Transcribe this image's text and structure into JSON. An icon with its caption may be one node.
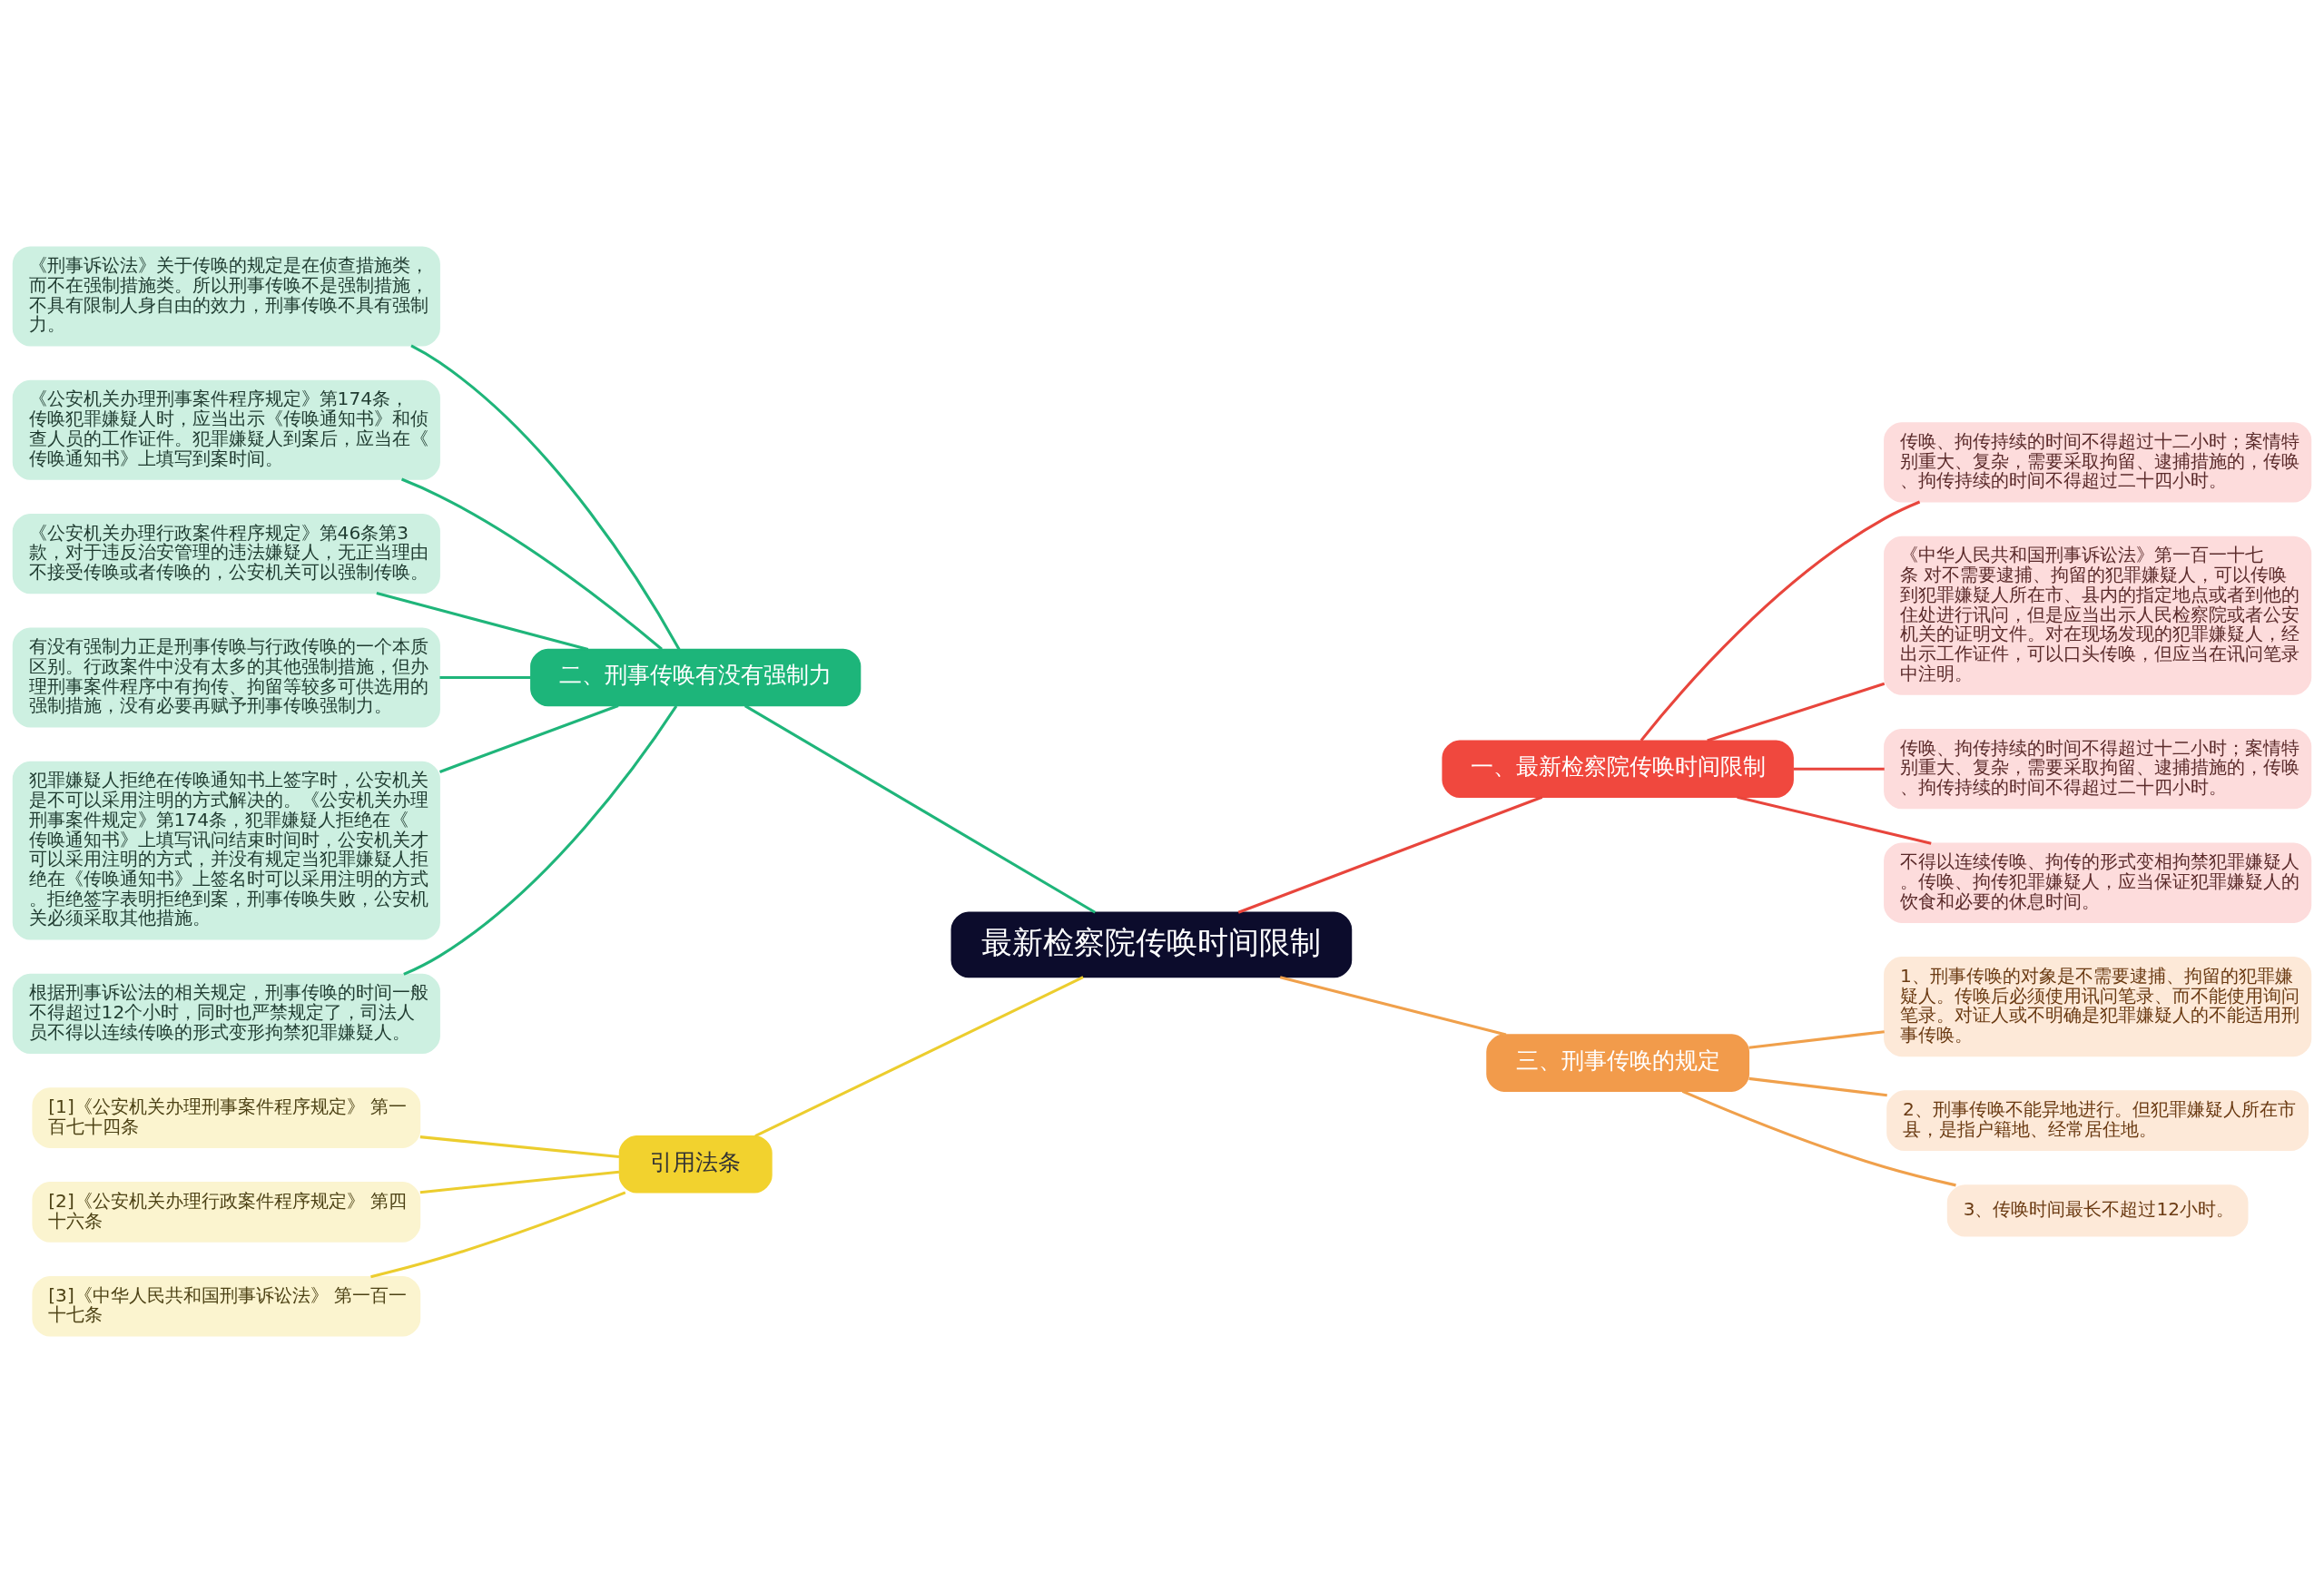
{
  "diagram": {
    "nodes": [
      {
        "text": [
          "最新检察院传唤时间限制"
        ]
      },
      {
        "text": [
          "一、最新检察院传唤时间限制"
        ]
      },
      {
        "text": [
          "传唤、拘传持续的时间不得超过十二小时；案情特别重大、复杂，需要采取拘留、逮捕措施的，传唤、拘传持续的时间不得超过二十四小时。"
        ]
      },
      {
        "text": [
          "《中华人民共和国刑事诉讼法》第一百一十七条 对不需要逮捕、拘留的犯罪嫌疑人，可以传唤到犯罪嫌疑人所在市、县内的指定地点或者到他的住处进行讯问，但是应当出示人民检察院或者公安机关的证明文件。对在现场发现的犯罪嫌疑人，经出示工作证件，可以口头传唤，但应当在讯问笔录中注明。"
        ]
      },
      {
        "text": [
          "传唤、拘传持续的时间不得超过十二小时；案情特别重大、复杂，需要采取拘留、逮捕措施的，传唤、拘传持续的时间不得超过二十四小时。"
        ]
      },
      {
        "text": [
          "不得以连续传唤、拘传的形式变相拘禁犯罪嫌疑人。传唤、拘传犯罪嫌疑人，应当保证犯罪嫌疑人的饮食和必要的休息时间。"
        ]
      },
      {
        "text": [
          "二、刑事传唤有没有强制力"
        ]
      },
      {
        "text": [
          "《刑事诉讼法》关于传唤的规定是在侦查措施类，而不在强制措施类。所以刑事传唤不是强制措施，不具有限制人身自由的效力，刑事传唤不具有强制力。"
        ]
      },
      {
        "text": [
          "《公安机关办理刑事案件程序规定》第174条，传唤犯罪嫌疑人时，应当出示《传唤通知书》和侦查人员的工作证件。犯罪嫌疑人到案后，应当在《传唤通知书》上填写到案时间。"
        ]
      },
      {
        "text": [
          "《公安机关办理行政案件程序规定》第46条第3款，对于违反治安管理的违法嫌疑人，无正当理由不接受传唤或者传唤的，公安机关可以强制传唤。"
        ]
      },
      {
        "text": [
          "有没有强制力正是刑事传唤与行政传唤的一个本质区别。行政案件中没有太多的其他强制措施，但办理刑事案件程序中有拘传、拘留等较多可供选用的强制措施，没有必要再赋予刑事传唤强制力。"
        ]
      },
      {
        "text": [
          "犯罪嫌疑人拒绝在传唤通知书上签字时，公安机关是不可以采用注明的方式解决的。《公安机关办理刑事案件规定》第174条，犯罪嫌疑人拒绝在《传唤通知书》上填写讯问结束时间时，公安机关才可以采用注明的方式，并没有规定当犯罪嫌疑人拒绝在《传唤通知书》上签名时可以采用注明的方式。拒绝签字表明拒绝到案，刑事传唤失败，公安机关必须采取其他措施。"
        ]
      },
      {
        "text": [
          "根据刑事诉讼法的相关规定，刑事传唤的时间一般不得超过12个小时，同时也严禁规定了，司法人员不得以连续传唤的形式变形拘禁犯罪嫌疑人。"
        ]
      },
      {
        "text": [
          "三、刑事传唤的规定"
        ]
      },
      {
        "text": [
          "1、刑事传唤的对象是不需要逮捕、拘留的犯罪嫌疑人。传唤后必须使用讯问笔录、而不能使用询问笔录。对证人或不明确是犯罪嫌疑人的不能适用刑事传唤。"
        ]
      },
      {
        "text": [
          "2、刑事传唤不能异地进行。但犯罪嫌疑人所在市县，是指户籍地、经常居住地。"
        ]
      },
      {
        "text": [
          "3、传唤时间最长不超过12小时。"
        ]
      },
      {
        "text": [
          "引用法条"
        ]
      },
      {
        "text": [
          "[1]《公安机关办理刑事案件程序规定》 第一百七十四条"
        ]
      },
      {
        "text": [
          "[2]《公安机关办理行政案件程序规定》 第四十六条"
        ]
      },
      {
        "text": [
          "[3]《中华人民共和国刑事诉讼法》 第一百一十七条"
        ]
      }
    ],
    "edges": [
      {
        "from": 0,
        "to": 1,
        "arrow": "none",
        "color": "#e8453c"
      },
      {
        "from": 1,
        "to": 2,
        "arrow": "none",
        "color": "#e8453c"
      },
      {
        "from": 1,
        "to": 3,
        "arrow": "none",
        "color": "#e8453c"
      },
      {
        "from": 1,
        "to": 4,
        "arrow": "none",
        "color": "#e8453c"
      },
      {
        "from": 1,
        "to": 5,
        "arrow": "none",
        "color": "#e8453c"
      },
      {
        "from": 0,
        "to": 6,
        "arrow": "none",
        "color": "#1fb57a"
      },
      {
        "from": 6,
        "to": 7,
        "arrow": "none",
        "color": "#1fb57a"
      },
      {
        "from": 6,
        "to": 8,
        "arrow": "none",
        "color": "#1fb57a"
      },
      {
        "from": 6,
        "to": 9,
        "arrow": "none",
        "color": "#1fb57a"
      },
      {
        "from": 6,
        "to": 10,
        "arrow": "none",
        "color": "#1fb57a"
      },
      {
        "from": 6,
        "to": 11,
        "arrow": "none",
        "color": "#1fb57a"
      },
      {
        "from": 6,
        "to": 12,
        "arrow": "none",
        "color": "#1fb57a"
      },
      {
        "from": 0,
        "to": 13,
        "arrow": "none",
        "color": "#f0a04b"
      },
      {
        "from": 13,
        "to": 14,
        "arrow": "none",
        "color": "#f0a04b"
      },
      {
        "from": 13,
        "to": 15,
        "arrow": "none",
        "color": "#f0a04b"
      },
      {
        "from": 13,
        "to": 16,
        "arrow": "none",
        "color": "#f0a04b"
      },
      {
        "from": 0,
        "to": 17,
        "arrow": "none",
        "color": "#eccd2e"
      },
      {
        "from": 17,
        "to": 18,
        "arrow": "none",
        "color": "#eccd2e"
      },
      {
        "from": 17,
        "to": 19,
        "arrow": "none",
        "color": "#eccd2e"
      },
      {
        "from": 17,
        "to": 20,
        "arrow": "none",
        "color": "#eccd2e"
      }
    ]
  }
}
